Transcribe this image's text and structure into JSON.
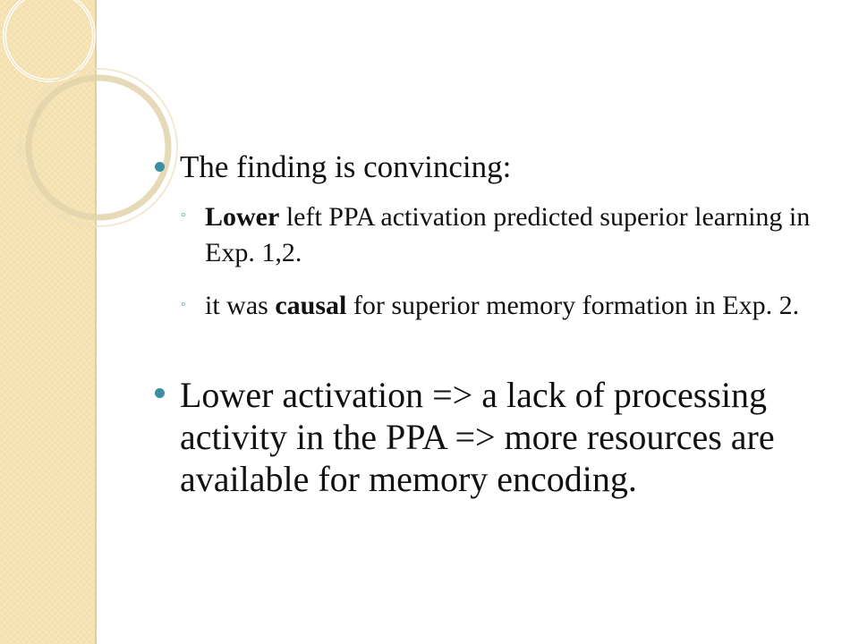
{
  "slide": {
    "bullets": [
      {
        "text": "The finding is convincing:",
        "subbullets": [
          {
            "bold": "Lower",
            "text": " left PPA activation predicted superior learning in Exp. 1,2."
          },
          {
            "prefix": "it was ",
            "bold": "causal",
            "text": " for superior memory formation in Exp. 2."
          }
        ]
      },
      {
        "text": "Lower activation => a lack of processing activity in the PPA => more resources are available for memory encoding."
      }
    ]
  },
  "colors": {
    "sidebar": "#f6e3b4",
    "bullet": "#3a8fa3",
    "text": "#111111"
  }
}
